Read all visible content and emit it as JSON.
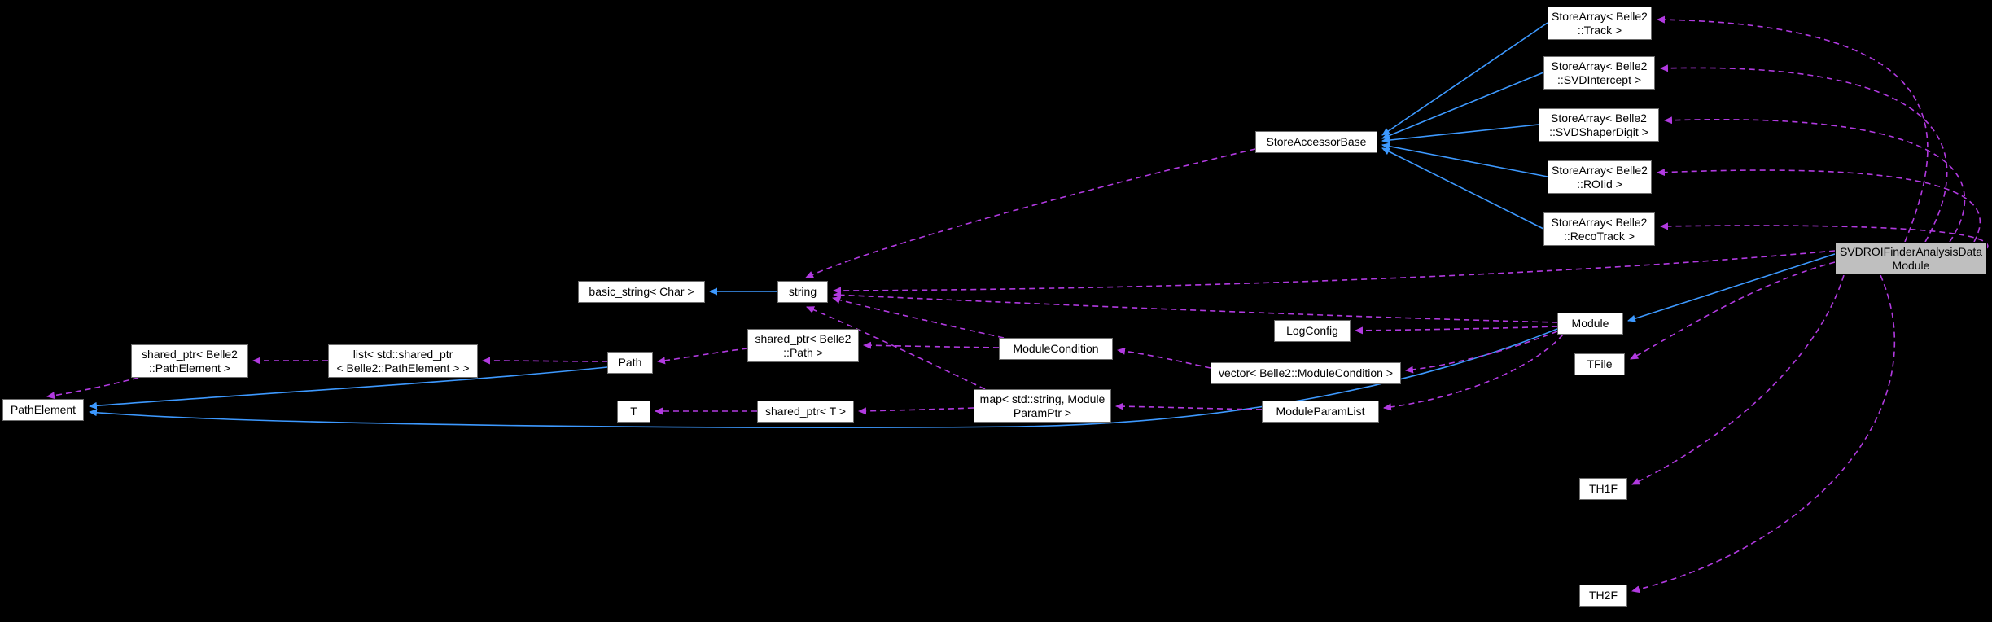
{
  "diagram_type": "class-collaboration-graph",
  "colors": {
    "background": "#000000",
    "inheritance_edge": "#3d99ff",
    "usage_edge": "#b13ae0",
    "node_background": "#ffffff",
    "node_border": "#6e6e6e",
    "highlight_background": "#bfbfbf",
    "text": "#000000"
  },
  "nodes": [
    {
      "id": "track",
      "lines": [
        "StoreArray< Belle2",
        "::Track >"
      ],
      "highlight": false
    },
    {
      "id": "svdintercept",
      "lines": [
        "StoreArray< Belle2",
        "::SVDIntercept >"
      ],
      "highlight": false
    },
    {
      "id": "svdshaperdigit",
      "lines": [
        "StoreArray< Belle2",
        "::SVDShaperDigit >"
      ],
      "highlight": false
    },
    {
      "id": "roiid",
      "lines": [
        "StoreArray< Belle2",
        "::ROIid >"
      ],
      "highlight": false
    },
    {
      "id": "recotrack",
      "lines": [
        "StoreArray< Belle2",
        "::RecoTrack >"
      ],
      "highlight": false
    },
    {
      "id": "storeaccessorbase",
      "lines": [
        "StoreAccessorBase"
      ],
      "highlight": false
    },
    {
      "id": "graynode",
      "lines": [
        "SVDROIFinderAnalysisData",
        "Module"
      ],
      "highlight": true
    },
    {
      "id": "basicstring",
      "lines": [
        "basic_string< Char >"
      ],
      "highlight": false
    },
    {
      "id": "string",
      "lines": [
        "string"
      ],
      "highlight": false
    },
    {
      "id": "module",
      "lines": [
        "Module"
      ],
      "highlight": false
    },
    {
      "id": "logconfig",
      "lines": [
        "LogConfig"
      ],
      "highlight": false
    },
    {
      "id": "tfile",
      "lines": [
        "TFile"
      ],
      "highlight": false
    },
    {
      "id": "modulecondition",
      "lines": [
        "ModuleCondition"
      ],
      "highlight": false
    },
    {
      "id": "vectorcond",
      "lines": [
        "vector< Belle2::ModuleCondition >"
      ],
      "highlight": false
    },
    {
      "id": "sharedptrpath",
      "lines": [
        "shared_ptr< Belle2",
        "::Path >"
      ],
      "highlight": false
    },
    {
      "id": "path",
      "lines": [
        "Path"
      ],
      "highlight": false
    },
    {
      "id": "sharedptrpe",
      "lines": [
        "shared_ptr< Belle2",
        "::PathElement >"
      ],
      "highlight": false
    },
    {
      "id": "listpe",
      "lines": [
        "list< std::shared_ptr",
        "< Belle2::PathElement > >"
      ],
      "highlight": false
    },
    {
      "id": "pathelement",
      "lines": [
        "PathElement"
      ],
      "highlight": false
    },
    {
      "id": "t",
      "lines": [
        "T"
      ],
      "highlight": false
    },
    {
      "id": "sharedptrt",
      "lines": [
        "shared_ptr< T >"
      ],
      "highlight": false
    },
    {
      "id": "map",
      "lines": [
        "map< std::string, Module",
        "ParamPtr >"
      ],
      "highlight": false
    },
    {
      "id": "modparamlist",
      "lines": [
        "ModuleParamList"
      ],
      "highlight": false
    },
    {
      "id": "th1f",
      "lines": [
        "TH1F"
      ],
      "highlight": false
    },
    {
      "id": "th2f",
      "lines": [
        "TH2F"
      ],
      "highlight": false
    }
  ],
  "edges": [
    {
      "from": "track",
      "to": "storeaccessorbase",
      "type": "inheritance"
    },
    {
      "from": "svdintercept",
      "to": "storeaccessorbase",
      "type": "inheritance"
    },
    {
      "from": "svdshaperdigit",
      "to": "storeaccessorbase",
      "type": "inheritance"
    },
    {
      "from": "roiid",
      "to": "storeaccessorbase",
      "type": "inheritance"
    },
    {
      "from": "recotrack",
      "to": "storeaccessorbase",
      "type": "inheritance"
    },
    {
      "from": "string",
      "to": "basicstring",
      "type": "inheritance"
    },
    {
      "from": "graynode",
      "to": "module",
      "type": "inheritance"
    },
    {
      "from": "module",
      "to": "pathelement",
      "type": "inheritance"
    },
    {
      "from": "path",
      "to": "pathelement",
      "type": "inheritance"
    },
    {
      "from": "graynode",
      "to": "track",
      "type": "usage"
    },
    {
      "from": "graynode",
      "to": "svdintercept",
      "type": "usage"
    },
    {
      "from": "graynode",
      "to": "svdshaperdigit",
      "type": "usage"
    },
    {
      "from": "graynode",
      "to": "roiid",
      "type": "usage"
    },
    {
      "from": "graynode",
      "to": "recotrack",
      "type": "usage"
    },
    {
      "from": "graynode",
      "to": "string",
      "type": "usage"
    },
    {
      "from": "graynode",
      "to": "tfile",
      "type": "usage"
    },
    {
      "from": "graynode",
      "to": "th1f",
      "type": "usage"
    },
    {
      "from": "graynode",
      "to": "th2f",
      "type": "usage"
    },
    {
      "from": "storeaccessorbase",
      "to": "string",
      "type": "usage"
    },
    {
      "from": "module",
      "to": "string",
      "type": "usage"
    },
    {
      "from": "module",
      "to": "logconfig",
      "type": "usage"
    },
    {
      "from": "module",
      "to": "vectorcond",
      "type": "usage"
    },
    {
      "from": "module",
      "to": "modparamlist",
      "type": "usage"
    },
    {
      "from": "vectorcond",
      "to": "modulecondition",
      "type": "usage"
    },
    {
      "from": "modulecondition",
      "to": "sharedptrpath",
      "type": "usage"
    },
    {
      "from": "modulecondition",
      "to": "string",
      "type": "usage"
    },
    {
      "from": "sharedptrpath",
      "to": "path",
      "type": "usage"
    },
    {
      "from": "path",
      "to": "listpe",
      "type": "usage"
    },
    {
      "from": "listpe",
      "to": "sharedptrpe",
      "type": "usage"
    },
    {
      "from": "sharedptrpe",
      "to": "pathelement",
      "type": "usage"
    },
    {
      "from": "modparamlist",
      "to": "map",
      "type": "usage"
    },
    {
      "from": "map",
      "to": "sharedptrt",
      "type": "usage"
    },
    {
      "from": "map",
      "to": "string",
      "type": "usage"
    },
    {
      "from": "sharedptrt",
      "to": "t",
      "type": "usage"
    }
  ]
}
